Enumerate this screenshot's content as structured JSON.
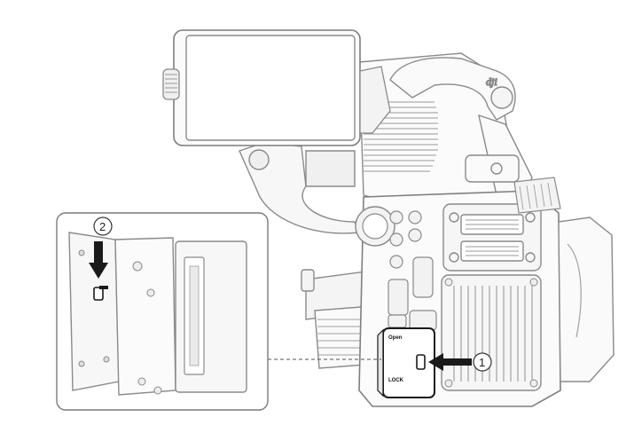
{
  "callouts": {
    "step1": "1",
    "step2": "2"
  },
  "brand": {
    "logo_text": "dji"
  },
  "port_cover": {
    "label_top": "Open",
    "label_bottom": "LOCK"
  },
  "colors": {
    "line": "#8a8a8a",
    "dark_line": "#1a1a1a",
    "arrow": "#1a1a1a",
    "fill_light": "#f2f2f2"
  }
}
